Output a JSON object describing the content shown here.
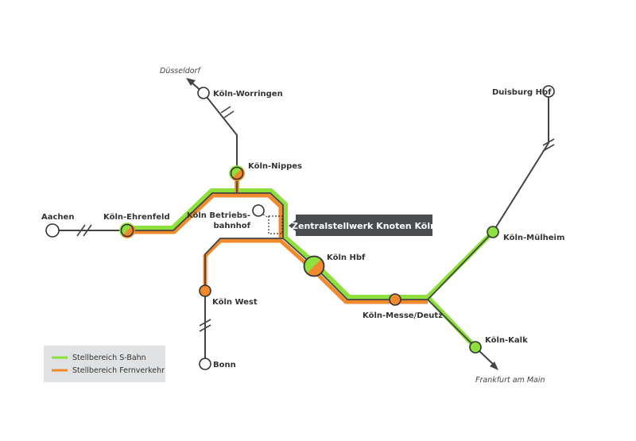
{
  "title": "Zentralstellwerk Knoten Köln",
  "colors": {
    "sbahn": "#8ee03c",
    "fernverkehr": "#f08a2c",
    "track": "#444444",
    "callout_bg": "#4a4d50",
    "legend_bg": "#dfe1e2"
  },
  "stations": {
    "worringen": "Köln-Worringen",
    "nippes": "Köln-Nippes",
    "aachen": "Aachen",
    "ehrenfeld": "Köln-Ehrenfeld",
    "betriebsbahnhof_1": "Köln Betriebs-",
    "betriebsbahnhof_2": "bahnhof",
    "hbf": "Köln Hbf",
    "west": "Köln West",
    "bonn": "Bonn",
    "messe_deutz": "Köln-Messe/Deutz",
    "muelheim": "Köln-Mülheim",
    "duisburg": "Duisburg Hbf",
    "kalk": "Köln-Kalk"
  },
  "destinations": {
    "duesseldorf": "Düsseldorf",
    "frankfurt": "Frankfurt am Main"
  },
  "callout": "Zentralstellwerk Knoten Köln",
  "legend": {
    "sbahn": "Stellbereich S-Bahn",
    "fernverkehr": "Stellbereich Fernverkehr"
  }
}
